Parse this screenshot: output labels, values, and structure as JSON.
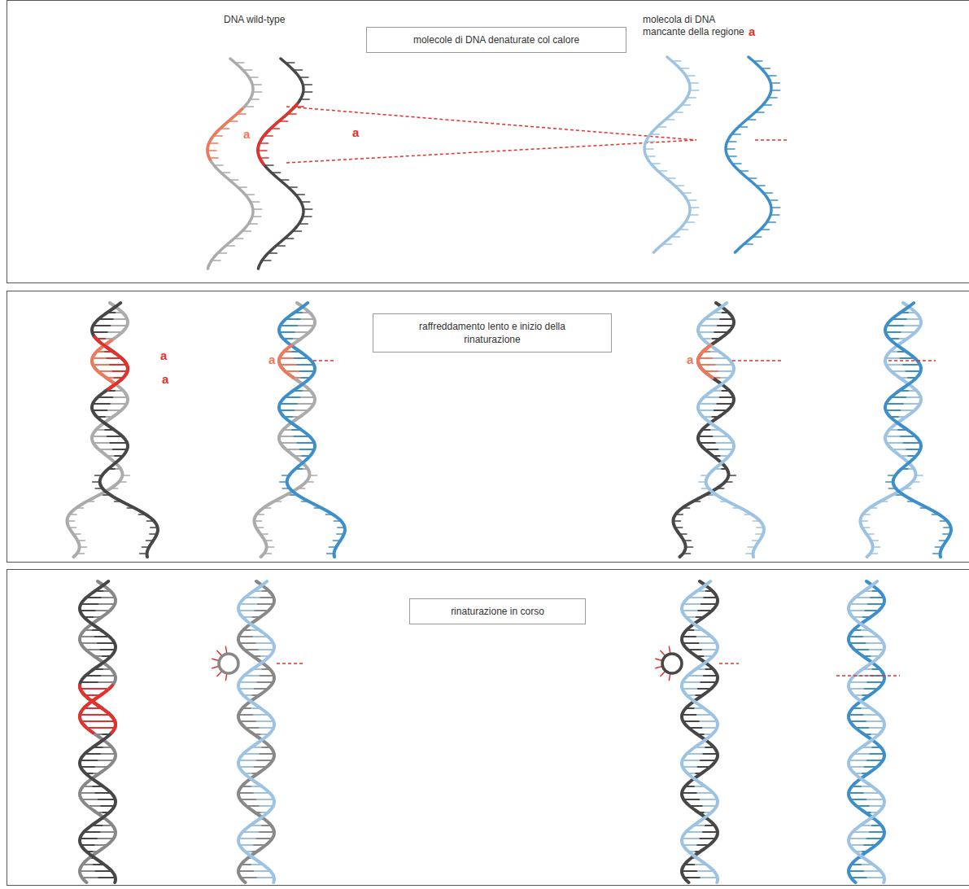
{
  "diagram": {
    "nodes": [
      {
        "text": [
          "molecole di DNA denaturate col calore"
        ]
      },
      {
        "text": [
          "raffreddamento lento e inizio della rinaturazione"
        ]
      },
      {
        "text": [
          "rinaturazione in corso"
        ]
      }
    ],
    "labels": [
      "DNA wild-type",
      "molecola di DNA mancante della regione",
      "a",
      "a",
      "a",
      "a",
      "a",
      "a",
      "a"
    ]
  }
}
